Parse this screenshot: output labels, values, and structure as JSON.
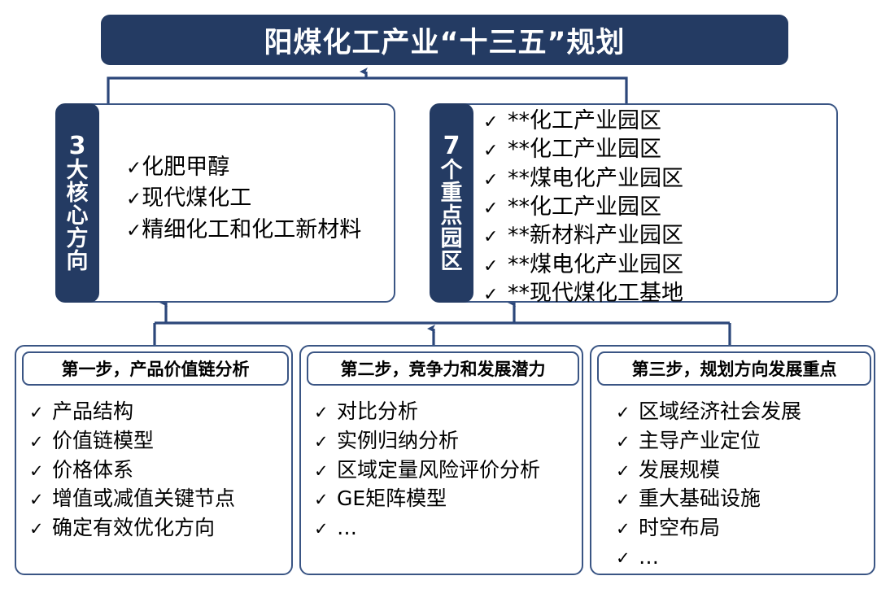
{
  "colors": {
    "navy": "#243B63",
    "border": "#3A5584",
    "white": "#FFFFFF",
    "text": "#000000"
  },
  "title": {
    "text": "阳煤化工产业“十三五”规划"
  },
  "core_directions": {
    "tab_number": "3",
    "tab_label": "大核心方向",
    "check_glyph": "✓",
    "items": [
      "化肥甲醇",
      "现代煤化工",
      "精细化工和化工新材料"
    ]
  },
  "key_parks": {
    "tab_number": "7",
    "tab_label": "个重点园区",
    "check_glyph": "✓",
    "items": [
      "**化工产业园区",
      "**化工产业园区",
      "**煤电化产业园区",
      "**化工产业园区",
      "**新材料产业园区",
      "**煤电化产业园区",
      "**现代煤化工基地"
    ]
  },
  "steps": [
    {
      "header": "第一步，产品价值链分析",
      "check_glyph": "✓",
      "items": [
        "产品结构",
        "价值链模型",
        "价格体系",
        "增值或减值关键节点",
        "确定有效优化方向"
      ]
    },
    {
      "header": "第二步，竞争力和发展潜力",
      "check_glyph": "✓",
      "items": [
        "对比分析",
        "实例归纳分析",
        "区域定量风险评价分析",
        "GE矩阵模型",
        "…"
      ]
    },
    {
      "header": "第三步，规划方向发展重点",
      "check_glyph": "✓",
      "items": [
        "区域经济社会发展",
        "主导产业定位",
        "发展规模",
        "重大基础设施",
        "时空布局",
        "…"
      ]
    }
  ]
}
